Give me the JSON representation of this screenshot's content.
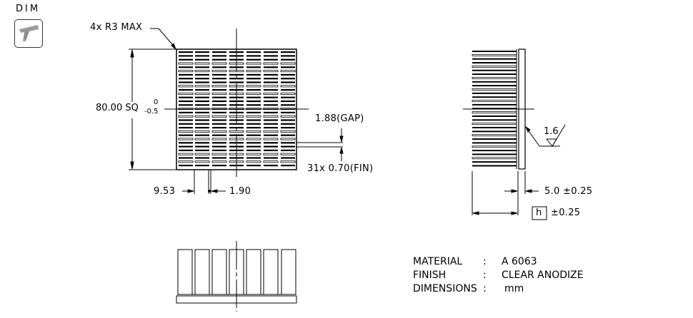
{
  "toolbar": {
    "dim_label": "DIM",
    "dim_icon": "caliper-icon"
  },
  "top_view": {
    "corner_radius_note": "4x R3 MAX",
    "size_label": "80.00 SQ",
    "tolerance_upper": "0",
    "tolerance_lower": "-0.5",
    "gap_label": "1.88(GAP)",
    "fin_label": "31x 0.70(FIN)",
    "offset_label": "9.53",
    "pitch_label": "1.90"
  },
  "side_view": {
    "surface_finish": "1.6",
    "base_thickness_label": "5.0 ±0.25",
    "height_symbol": "h",
    "height_tolerance": "±0.25"
  },
  "specs": [
    {
      "key": "MATERIAL",
      "value": "A 6063"
    },
    {
      "key": "FINISH",
      "value": "CLEAR ANODIZE"
    },
    {
      "key": "DIMENSIONS",
      "value": "mm"
    }
  ],
  "colors": {
    "line": "#000000",
    "background": "#ffffff",
    "icon_gray": "#9a9a9a"
  }
}
